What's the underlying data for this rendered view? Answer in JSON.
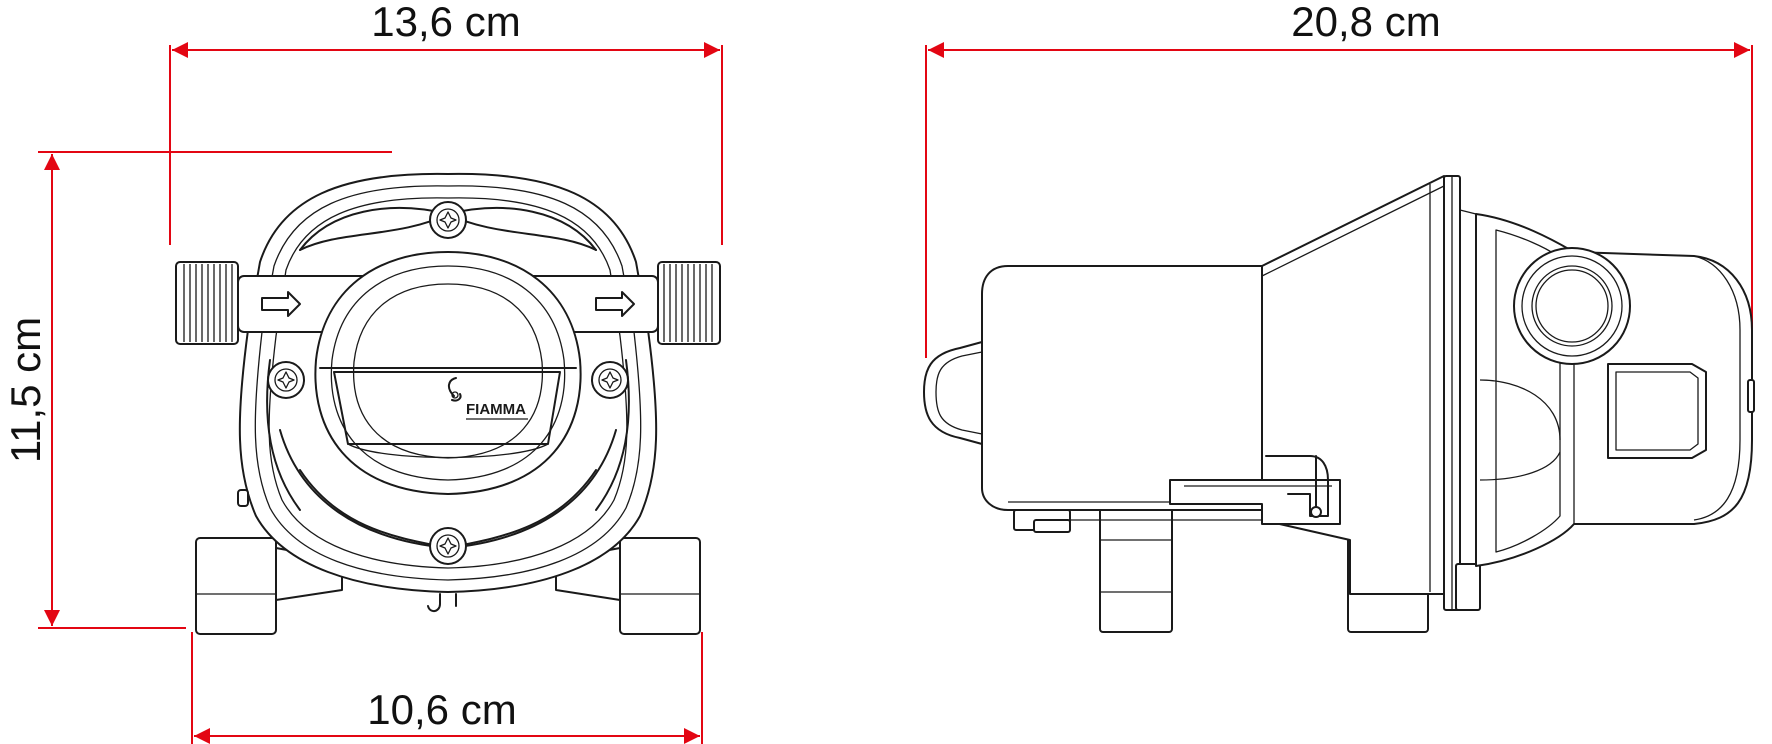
{
  "dimensions": {
    "front_width": "13,6 cm",
    "front_height": "11,5 cm",
    "front_base_width": "10,6 cm",
    "side_length": "20,8 cm"
  },
  "brand_label": "FIAMMA",
  "colors": {
    "dimension_line": "#e30613",
    "outline": "#1a1a1a",
    "background": "#ffffff"
  }
}
